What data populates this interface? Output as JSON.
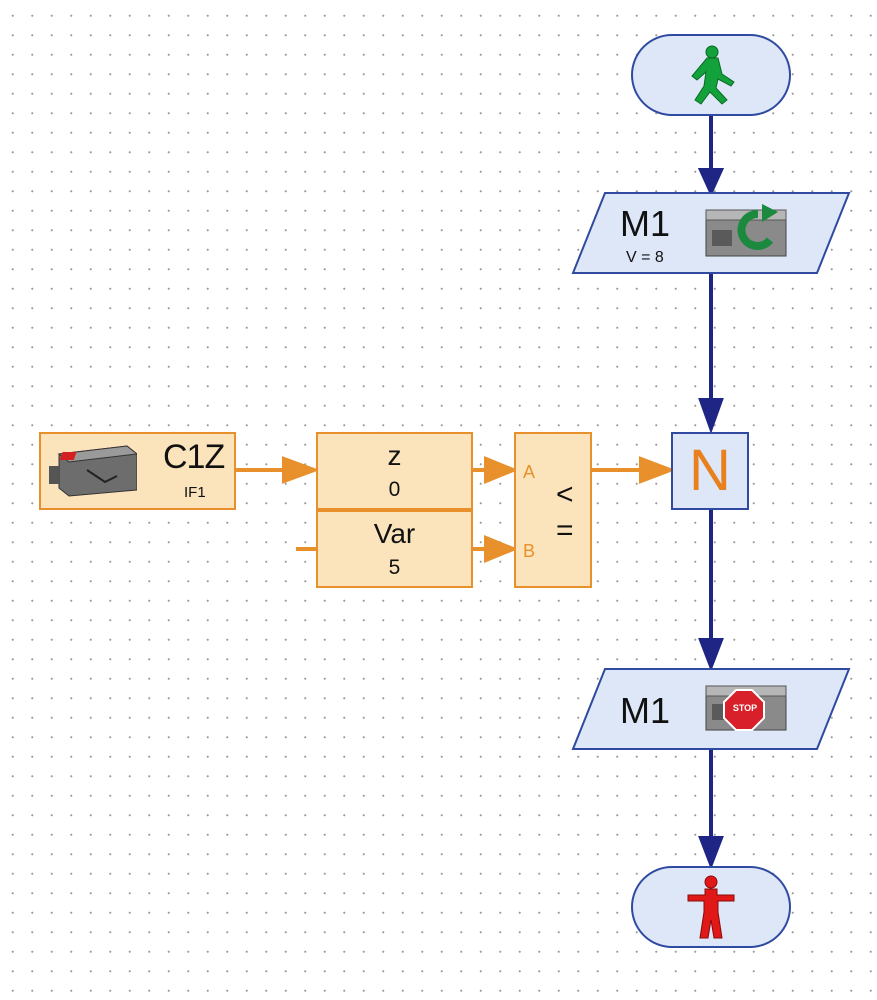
{
  "start_block": {
    "icon": "green-walking-man-icon"
  },
  "motor_on": {
    "label": "M1",
    "speed": "V = 8",
    "icon": "motor-rotate-icon"
  },
  "branch": {
    "label": "N"
  },
  "motor_stop": {
    "label": "M1",
    "icon": "motor-stop-icon",
    "badge": "STOP"
  },
  "end_block": {
    "icon": "red-standing-man-icon"
  },
  "sensor": {
    "label": "C1Z",
    "interface": "IF1",
    "icon": "counter-switch-icon"
  },
  "variable_z": {
    "name": "z",
    "value": "0"
  },
  "variable_var": {
    "name": "Var",
    "value": "5"
  },
  "comparator": {
    "input_a": "A",
    "input_b": "B",
    "op_top": "<",
    "op_bottom": "="
  },
  "colors": {
    "flow": "#1f2585",
    "data": "#e8902c",
    "data_fill": "#fbe4bb",
    "flow_fill": "#dde7f8"
  }
}
